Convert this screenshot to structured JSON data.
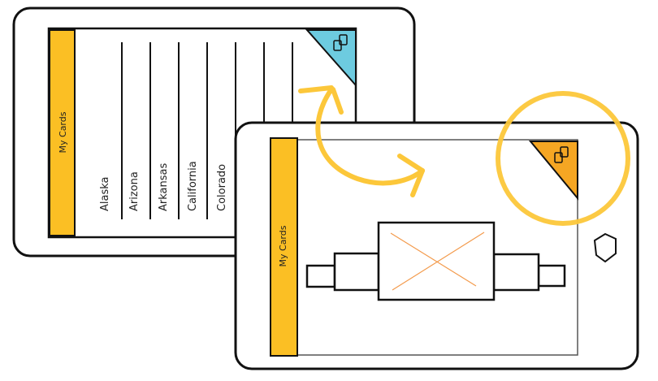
{
  "back_tablet": {
    "sidebar_label": "My Cards",
    "list_items": [
      "Alaska",
      "Arizona",
      "Arkansas",
      "California",
      "Colorado"
    ],
    "corner_color": "#6DCBE0"
  },
  "front_tablet": {
    "sidebar_label": "My Cards",
    "corner_color": "#F5A623"
  },
  "colors": {
    "sidebar": "#FBBF24",
    "highlight": "#FCC73A",
    "placeholder_x": "#F39A4B"
  },
  "icons": {
    "switch_view": "switch-view-icon",
    "home": "home-button-icon"
  }
}
